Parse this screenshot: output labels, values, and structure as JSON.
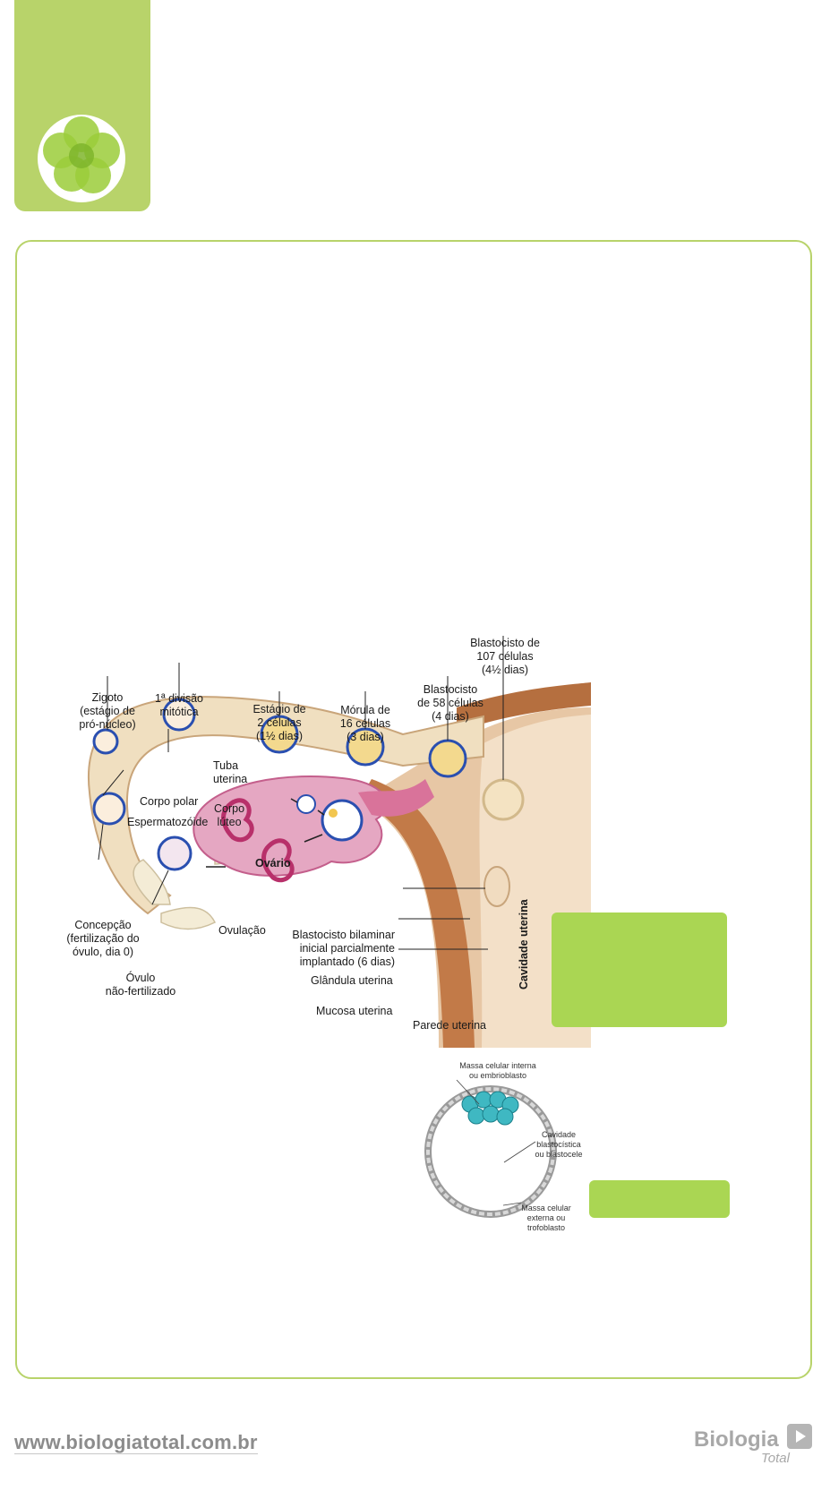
{
  "footer": {
    "url": "www.biologiatotal.com.br",
    "logo_text": "Biologia",
    "logo_sub": "Total"
  },
  "colors": {
    "accent": "#b8d36a",
    "green_box": "#aad653",
    "cell_blue": "#2a4fb0",
    "ovary_pink": "#d9739a",
    "uterus_brown": "#b06a3c"
  },
  "diagram1": {
    "zigoto": [
      "Zigoto",
      "(estágio de",
      "pró-núcleo)"
    ],
    "divisao": [
      "1ª divisão",
      "mitótica"
    ],
    "estagio2": [
      "Estágio de",
      "2 células",
      "(1½ dias)"
    ],
    "morula": [
      "Mórula de",
      "16 células",
      "(3 dias)"
    ],
    "blast58": [
      "Blastocisto",
      "de 58 células",
      "(4 dias)"
    ],
    "blast107": [
      "Blastocisto de",
      "107 células",
      "(4½ dias)"
    ],
    "tuba": [
      "Tuba",
      "uterina"
    ],
    "corpo_polar": "Corpo polar",
    "espermatozoide": "Espermatozóide",
    "corpo_luteo": [
      "Corpo",
      "lúteo"
    ],
    "ovario": "Ovário",
    "concepcao": [
      "Concepção",
      "(fertilização do",
      "óvulo, dia 0)"
    ],
    "ovulo": [
      "Óvulo",
      "não-fertilizado"
    ],
    "ovulacao": "Ovulação",
    "bilaminar": [
      "Blastocisto bilaminar",
      "inicial parcialmente",
      "implantado (6 dias)"
    ],
    "glandula": "Glândula uterina",
    "mucosa": "Mucosa uterina",
    "parede": "Parede uterina",
    "cavidade": "Cavidade uterina"
  },
  "diagram2": {
    "massa_interna": [
      "Massa celular interna",
      "ou embrioblasto"
    ],
    "cavidade": [
      "Cavidade",
      "blastocística",
      "ou blastocele"
    ],
    "massa_externa": [
      "Massa celular",
      "externa ou",
      "trofoblasto"
    ]
  }
}
